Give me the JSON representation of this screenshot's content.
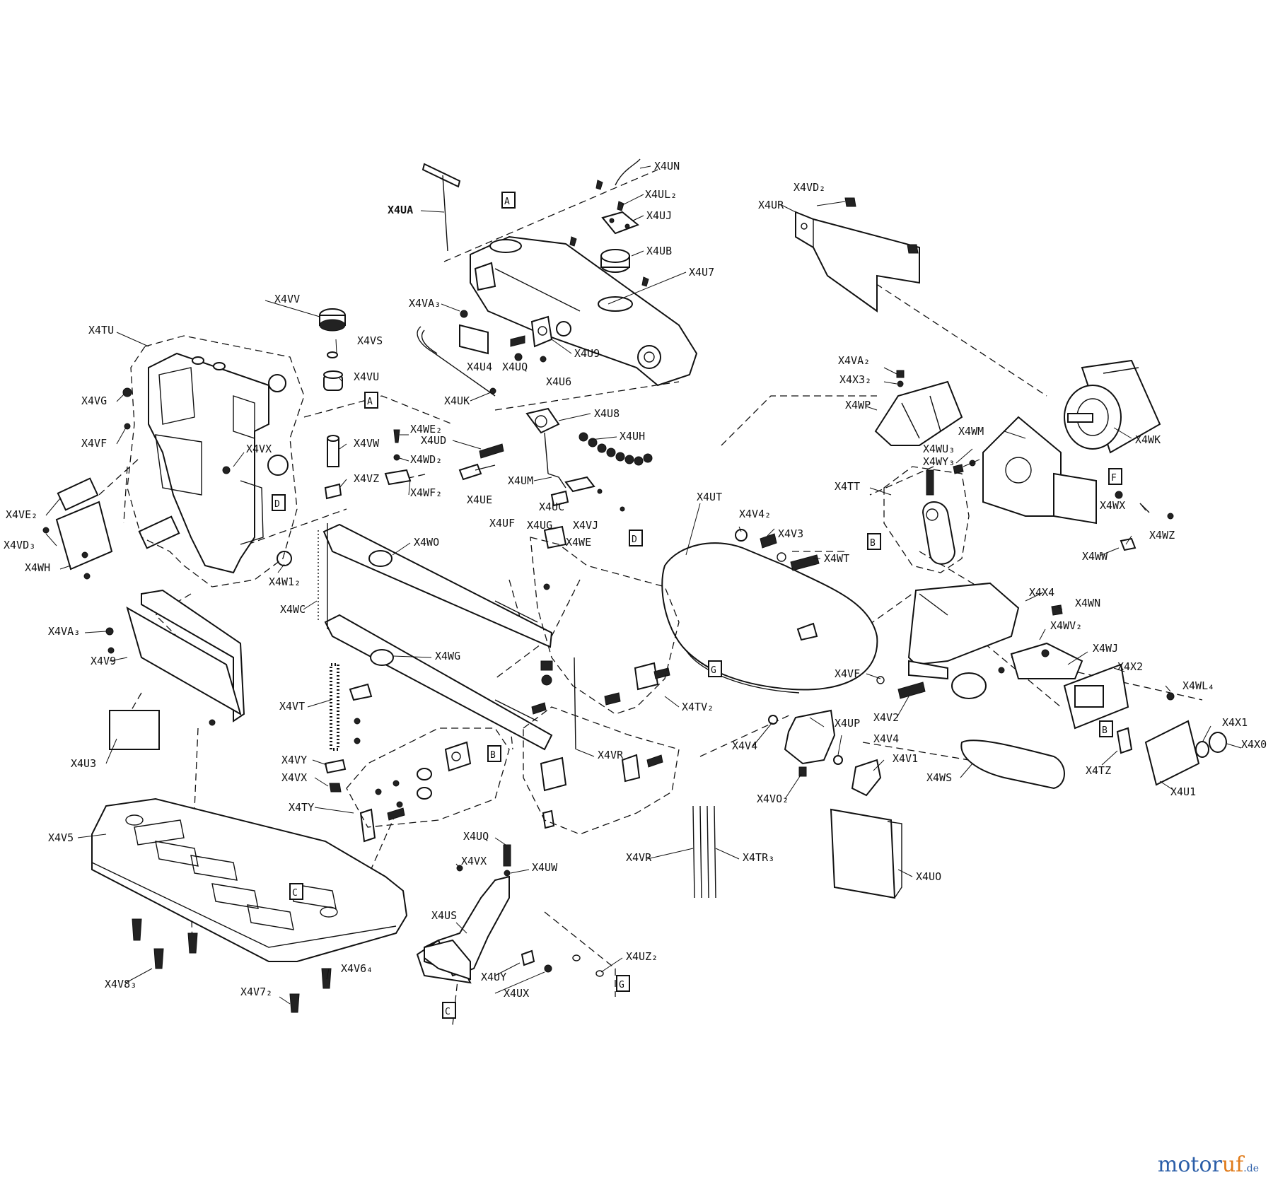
{
  "diagram": {
    "labels": {
      "x4ua": "X4UA",
      "x4un": "X4UN",
      "x4ul2": "X4UL₂",
      "x4uj": "X4UJ",
      "x4ub": "X4UB",
      "x4u7": "X4U7",
      "x4va3_top": "X4VA₃",
      "x4u4": "X4U4",
      "x4uq_top": "X4UQ",
      "x4u6": "X4U6",
      "x4u9": "X4U9",
      "x4uk": "X4UK",
      "x4u8": "X4U8",
      "x4ud": "X4UD",
      "x4uh": "X4UH",
      "x4ue": "X4UE",
      "x4um": "X4UM",
      "x4uc": "X4UC",
      "x4uf": "X4UF",
      "x4ug": "X4UG",
      "x4vj": "X4VJ",
      "x4we": "X4WE",
      "x4vd2": "X4VD₂",
      "x4ur": "X4UR",
      "x4va2": "X4VA₂",
      "x4x32": "X4X3₂",
      "x4wp": "X4WP",
      "x4wm": "X4WM",
      "x4wk": "X4WK",
      "x4wu3": "X4WU₃",
      "x4wy3": "X4WY₃",
      "x4tt": "X4TT",
      "x4wx": "X4WX",
      "x4wz": "X4WZ",
      "x4ww": "X4WW",
      "x4vv": "X4VV",
      "x4vs": "X4VS",
      "x4vu": "X4VU",
      "x4vw": "X4VW",
      "x4vz": "X4VZ",
      "x4we2": "X4WE₂",
      "x4wd2": "X4WD₂",
      "x4wf2": "X4WF₂",
      "x4tu": "X4TU",
      "x4vg": "X4VG",
      "x4vf_left": "X4VF",
      "x4vx_top": "X4VX",
      "x4ve2": "X4VE₂",
      "x4vd3": "X4VD₃",
      "x4wh": "X4WH",
      "x4w12": "X4W1₂",
      "x4wc": "X4WC",
      "x4wo": "X4WO",
      "x4wg": "X4WG",
      "x4va3_left": "X4VA₃",
      "x4v9": "X4V9",
      "x4u3": "X4U3",
      "x4vt": "X4VT",
      "x4vy": "X4VY",
      "x4vx_mid": "X4VX",
      "x4ty": "X4TY",
      "x4tv2": "X4TV₂",
      "x4vr_mid": "X4VR",
      "x4ut": "X4UT",
      "x4v42": "X4V4₂",
      "x4v3": "X4V3",
      "x4wt": "X4WT",
      "x4x4": "X4X4",
      "x4wn": "X4WN",
      "x4wv2": "X4WV₂",
      "x4wj": "X4WJ",
      "x4x2": "X4X2",
      "x4wl4": "X4WL₄",
      "x4vf_mid": "X4VF",
      "x4v2": "X4V2",
      "x4up": "X4UP",
      "x4v4_a": "X4V4",
      "x4v4_b": "X4V4",
      "x4v1": "X4V1",
      "x4vo2": "X4VO₂",
      "x4x1": "X4X1",
      "x4x0": "X4X0",
      "x4tz": "X4TZ",
      "x4u1": "X4U1",
      "x4ws": "X4WS",
      "x4v5": "X4V5",
      "x4v83": "X4V8₃",
      "x4v64": "X4V6₄",
      "x4v72": "X4V7₂",
      "x4uq_bot": "X4UQ",
      "x4vx_bot": "X4VX",
      "x4uw": "X4UW",
      "x4us": "X4US",
      "x4uy": "X4UY",
      "x4ux": "X4UX",
      "x4uz2": "X4UZ₂",
      "x4vr_bot": "X4VR",
      "x4tr3": "X4TR₃",
      "x4uo": "X4UO"
    },
    "section_markers": {
      "a_top": "A",
      "a_mid": "A",
      "d_left": "D",
      "d_right": "D",
      "b_mid": "B",
      "b_right": "B",
      "f_right": "F",
      "g_mid": "G",
      "g_bot": "G",
      "c_base": "C",
      "c_bot": "C",
      "b_small": "B"
    }
  },
  "watermark": {
    "brand_a": "motor",
    "brand_b": "uf",
    "tld": ".de"
  }
}
